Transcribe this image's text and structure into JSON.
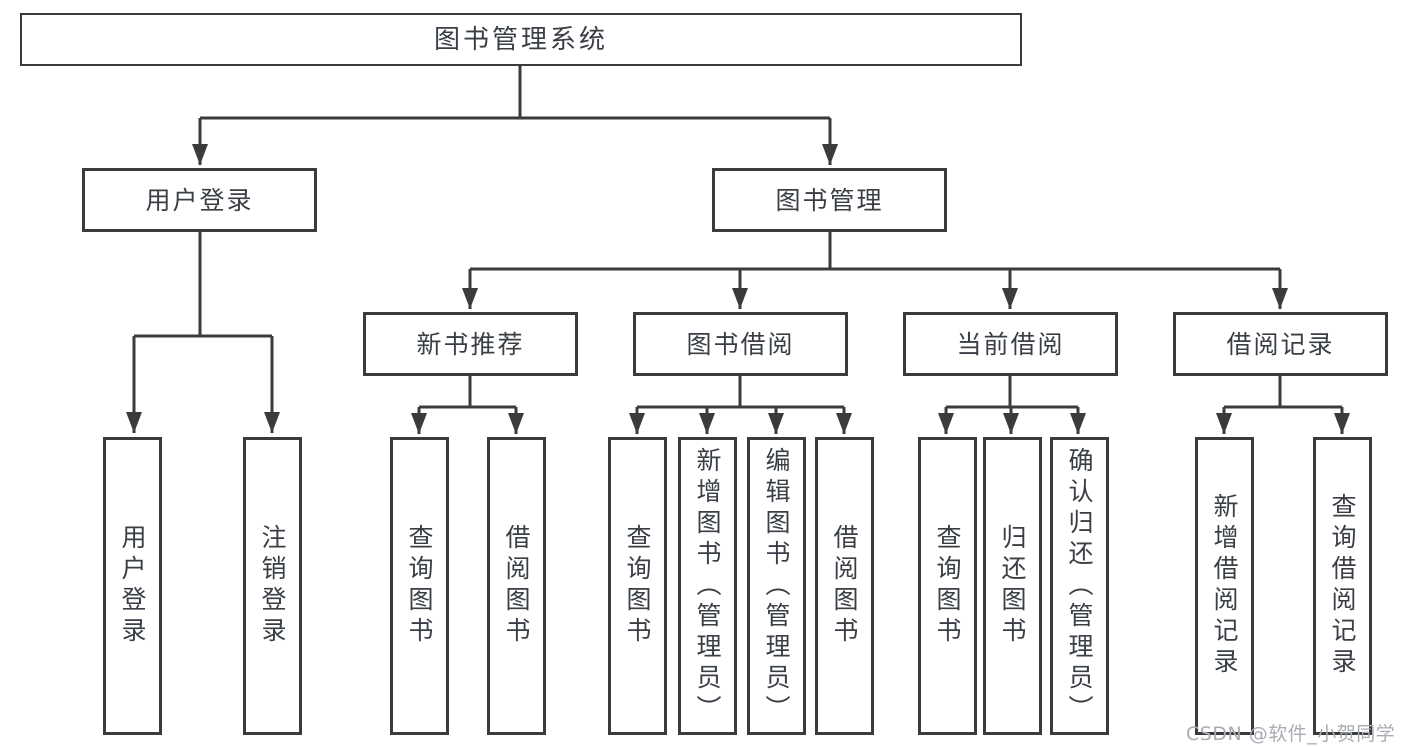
{
  "diagram": {
    "root": {
      "label": "图书管理系统"
    },
    "branches": {
      "user_login": {
        "label": "用户登录",
        "children": [
          {
            "label": "用户登录"
          },
          {
            "label": "注销登录"
          }
        ]
      },
      "book_management": {
        "label": "图书管理",
        "sections": {
          "new_books": {
            "label": "新书推荐",
            "children": [
              {
                "label": "查询图书"
              },
              {
                "label": "借阅图书"
              }
            ]
          },
          "book_borrow": {
            "label": "图书借阅",
            "children": [
              {
                "label": "查询图书"
              },
              {
                "label": "新增图书（管理员）"
              },
              {
                "label": "编辑图书（管理员）"
              },
              {
                "label": "借阅图书"
              }
            ]
          },
          "current_borrow": {
            "label": "当前借阅",
            "children": [
              {
                "label": "查询图书"
              },
              {
                "label": "归还图书"
              },
              {
                "label": "确认归还（管理员）"
              }
            ]
          },
          "borrow_records": {
            "label": "借阅记录",
            "children": [
              {
                "label": "新增借阅记录"
              },
              {
                "label": "查询借阅记录"
              }
            ]
          }
        }
      }
    },
    "colors": {
      "line": "#3b3b3b",
      "box_border": "#3b3b3b",
      "text": "#3a3f46",
      "background": "#ffffff",
      "watermark": "#a8adb3"
    }
  },
  "watermark": {
    "text": "CSDN @软件_小贺同学"
  }
}
